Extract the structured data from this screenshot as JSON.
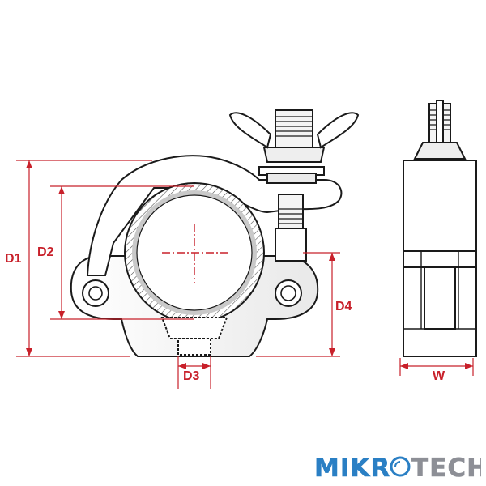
{
  "dimensions": {
    "d1": "D1",
    "d2": "D2",
    "d3": "D3",
    "d4": "D4",
    "w": "W"
  },
  "logo": {
    "part1": "MIKR",
    "part2": "TECH",
    "color_part1": "#2a7fc4",
    "color_part2": "#8d8f96"
  },
  "colors": {
    "dimension": "#c8202a",
    "outline": "#1a1a1a",
    "body_fill": "#ffffff",
    "tube_fill": "#d8d8d8"
  },
  "icons": [
    "mikrotech-logo",
    "clamp-front-view",
    "clamp-side-view",
    "wing-nut-icon"
  ]
}
